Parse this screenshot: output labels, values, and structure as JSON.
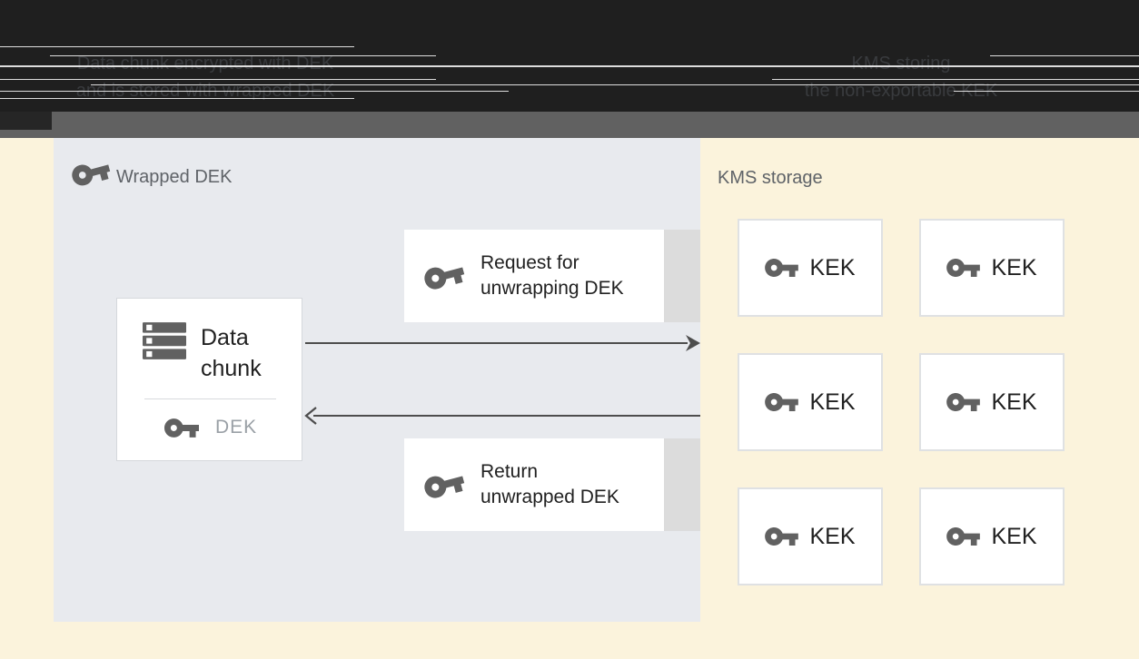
{
  "header": {
    "left_caption": {
      "line1": "Data chunk encrypted with DEK",
      "line2": "and is stored with wrapped DEK"
    },
    "right_caption": {
      "line1": "KMS storing",
      "line2": "the non-exportable KEK"
    },
    "background": "#1f1f1f",
    "text_color": "#393b3e"
  },
  "diagram": {
    "wrapped_dek_panel": {
      "label": "Wrapped DEK",
      "background": "#e8eaee"
    },
    "kms_panel": {
      "label": "KMS storage",
      "background": "#fbf3dc"
    },
    "data_chunk_box": {
      "line1": "Data",
      "line2": "chunk",
      "dek_label": "DEK"
    },
    "request_box": {
      "line1": "Request for",
      "line2": "unwrapping DEK"
    },
    "return_box": {
      "line1": "Return",
      "line2": "unwrapped DEK"
    },
    "kek_cards": [
      {
        "label": "KEK"
      },
      {
        "label": "KEK"
      },
      {
        "label": "KEK"
      },
      {
        "label": "KEK"
      },
      {
        "label": "KEK"
      },
      {
        "label": "KEK"
      }
    ],
    "arrow_color": "#4d4d4d",
    "icon_color": "#616161"
  }
}
